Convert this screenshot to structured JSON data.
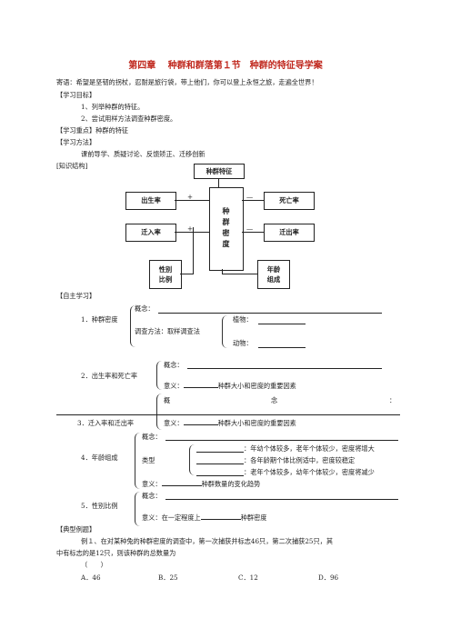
{
  "title": "第四章　 种群和群落第１节　种群的特征导学案",
  "intro": "寄语：希望是坚韧的拐杖，忍耐是旅行袋，带上他们，你可以登上永恒之旅，走遍全世界！",
  "goals": {
    "heading": "【学习目标】",
    "items": [
      "1、列举种群的特征。",
      "2、尝试用样方法调查种群密度。"
    ]
  },
  "key_point": "【学习重点】种群的特征",
  "methods": {
    "heading": "【学习方法】",
    "text": "课前导学、质疑讨论、反馈矫正、迁移创新"
  },
  "structure_heading": "[知识结构]",
  "diagram": {
    "top": "种群特征",
    "center": "种群密度",
    "birth": "出生率",
    "death": "死亡率",
    "immigration": "迁入率",
    "emigration": "迁出率",
    "sex": [
      "性别",
      "比例"
    ],
    "age": [
      "年龄",
      "组成"
    ],
    "plus1": "+",
    "plus2": "+",
    "minus1": "—",
    "minus2": "—"
  },
  "self_study": {
    "heading": "【自主学习】",
    "density": {
      "label": "1．种群密度",
      "concept": "概念：",
      "method": "调查方法：取样调查法",
      "plant": "植物：",
      "animal": "动物："
    },
    "birth_death": {
      "label": "2．出生率和死亡率",
      "concept": "概念：",
      "meaning_prefix": "意义：",
      "meaning_suffix": "种群大小和密度的重要因素"
    },
    "migration": {
      "label": "3．迁入率和迁出率",
      "concept_a": "概",
      "concept_b": "念",
      "colon": "：",
      "meaning_prefix": "意义：",
      "meaning_suffix": "种群大小和密度的重要因素"
    },
    "age": {
      "label": "4．年龄组成",
      "concept": "概念：",
      "type": "类型",
      "t1": "：年幼个体较多，老年个体较少，密度将增大",
      "t2": "：各年龄期个体比例适中，密度较稳定",
      "t3": "：老年个体较多，幼年个体较少，密度将减少",
      "meaning_prefix": "意义：",
      "meaning_suffix": "种群数量的变化趋势"
    },
    "sex": {
      "label": "5．性别比例",
      "concept": "概念：",
      "meaning_prefix": "意义：在一定程度上",
      "meaning_suffix": "种群密度"
    }
  },
  "example": {
    "heading": "【典型例题】",
    "text1": "例１、在对某种兔的种群密度的调查中，第一次捕获并标志46只，第二次捕获25只，其",
    "text2": "中有标志的是12只，则该种群的总数量为",
    "paren": "（　　）",
    "options": [
      "A．46",
      "B．25",
      "C．12",
      "D．96"
    ]
  }
}
